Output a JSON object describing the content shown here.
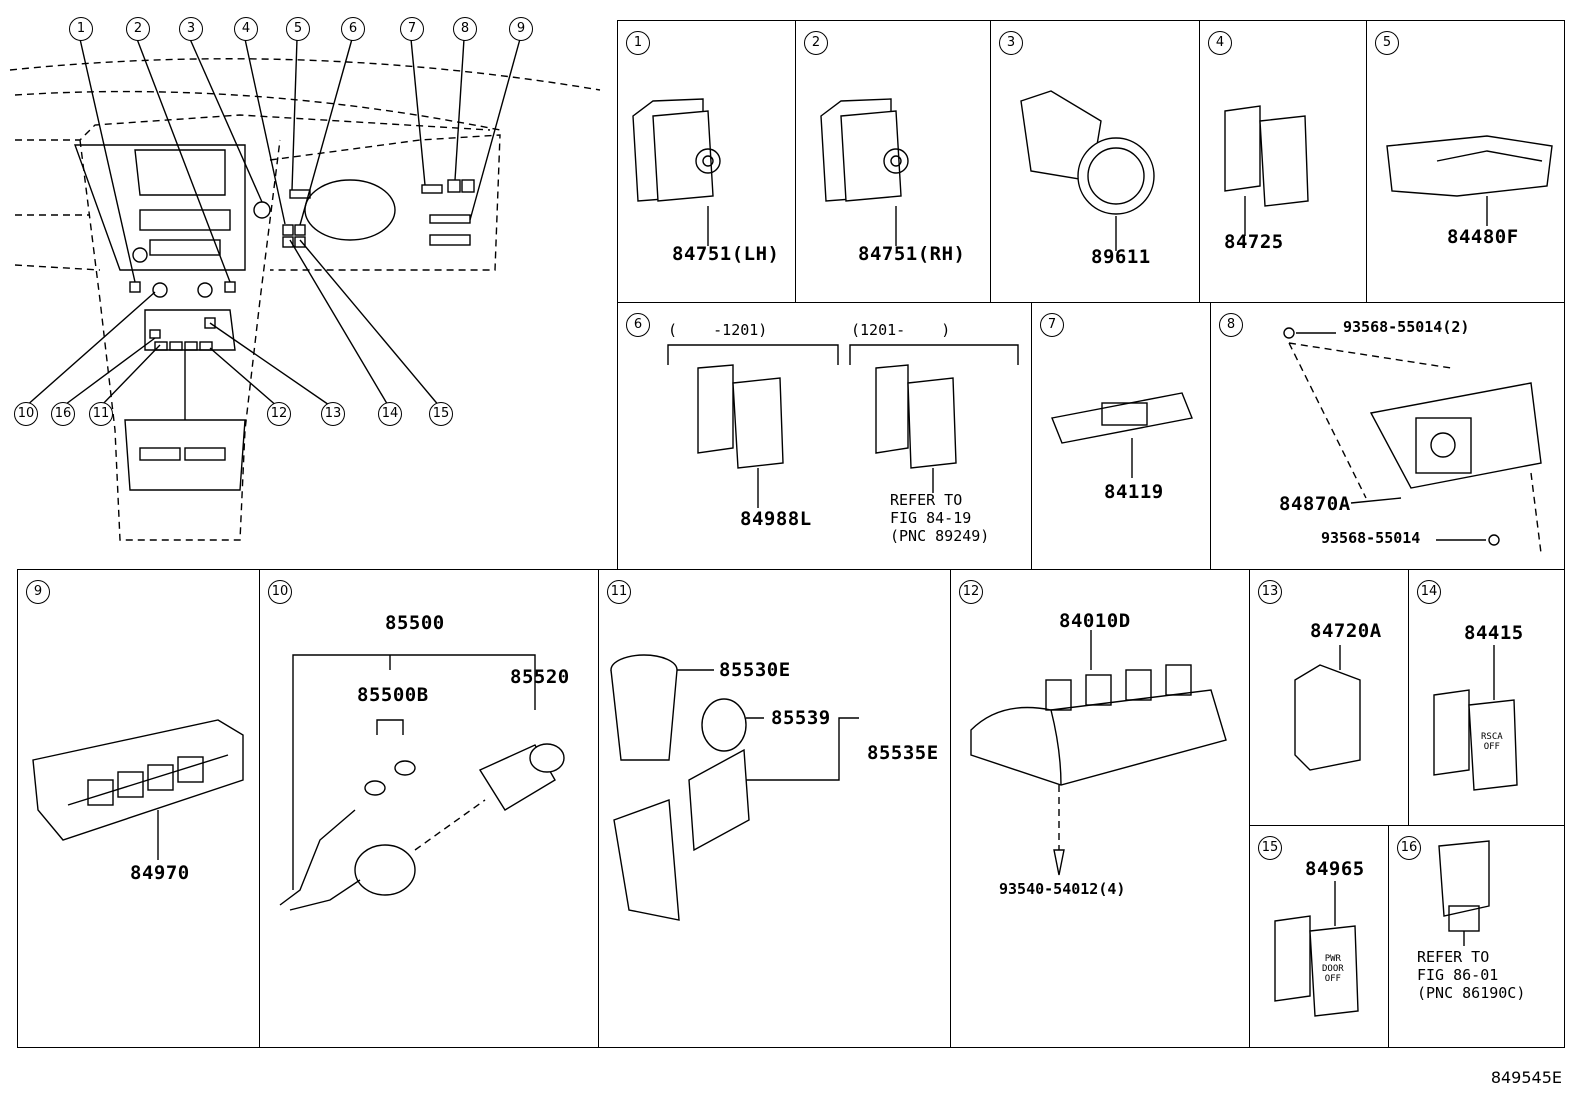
{
  "overview": {
    "callouts_top": [
      "1",
      "2",
      "3",
      "4",
      "5",
      "6",
      "7",
      "8",
      "9"
    ],
    "callouts_bottom": [
      "10",
      "16",
      "11",
      "12",
      "13",
      "14",
      "15"
    ]
  },
  "cells": [
    {
      "ref": "1",
      "parts": [
        "84751(LH)"
      ]
    },
    {
      "ref": "2",
      "parts": [
        "84751(RH)"
      ]
    },
    {
      "ref": "3",
      "parts": [
        "89611"
      ]
    },
    {
      "ref": "4",
      "parts": [
        "84725"
      ]
    },
    {
      "ref": "5",
      "parts": [
        "84480F"
      ]
    },
    {
      "ref": "6",
      "parts": [
        "84988L"
      ],
      "range_left": "(    -1201)",
      "range_right": "(1201-    )",
      "refer": "REFER TO\nFIG 84-19\n(PNC 89249)"
    },
    {
      "ref": "7",
      "parts": [
        "84119"
      ]
    },
    {
      "ref": "8",
      "parts": [
        "93568-55014(2)",
        "84870A",
        "93568-55014"
      ]
    },
    {
      "ref": "9",
      "parts": [
        "84970"
      ]
    },
    {
      "ref": "10",
      "parts": [
        "85500",
        "85500B",
        "85520"
      ]
    },
    {
      "ref": "11",
      "parts": [
        "85530E",
        "85539",
        "85535E"
      ]
    },
    {
      "ref": "12",
      "parts": [
        "84010D",
        "93540-54012(4)"
      ]
    },
    {
      "ref": "13",
      "parts": [
        "84720A"
      ]
    },
    {
      "ref": "14",
      "parts": [
        "84415"
      ]
    },
    {
      "ref": "15",
      "parts": [
        "84965"
      ]
    },
    {
      "ref": "16",
      "parts": [],
      "refer": "REFER TO\nFIG 86-01\n(PNC 86190C)"
    }
  ],
  "switch_labels": {
    "rsca_off": "RSCA\nOFF",
    "pwr_door_off": "PWR\nDOOR\nOFF"
  },
  "figure_code": "849545E"
}
